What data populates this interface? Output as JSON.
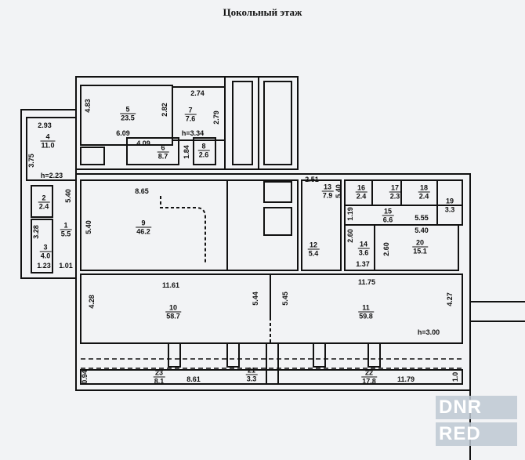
{
  "title": "Цокольный этаж",
  "rooms": [
    {
      "n": "5",
      "a": "23.5"
    },
    {
      "n": "7",
      "a": "7.6"
    },
    {
      "n": "4",
      "a": "11.0"
    },
    {
      "n": "6",
      "a": "8.7"
    },
    {
      "n": "8",
      "a": "2.6"
    },
    {
      "n": "2",
      "a": "2.4"
    },
    {
      "n": "1",
      "a": "5.5"
    },
    {
      "n": "3",
      "a": "4.0"
    },
    {
      "n": "9",
      "a": "46.2"
    },
    {
      "n": "13",
      "a": "7.9"
    },
    {
      "n": "16",
      "a": "2.4"
    },
    {
      "n": "17",
      "a": "2.3"
    },
    {
      "n": "18",
      "a": "2.4"
    },
    {
      "n": "19",
      "a": "3.3"
    },
    {
      "n": "15",
      "a": "6.6"
    },
    {
      "n": "12",
      "a": "5.4"
    },
    {
      "n": "14",
      "a": "3.6"
    },
    {
      "n": "20",
      "a": "15.1"
    },
    {
      "n": "10",
      "a": "58.7"
    },
    {
      "n": "11",
      "a": "59.8"
    },
    {
      "n": "23",
      "a": "8.1"
    },
    {
      "n": "21",
      "a": "3.3"
    },
    {
      "n": "22",
      "a": "17.8"
    }
  ],
  "dims": [
    "2.74",
    "2.79",
    "2.82",
    "4.83",
    "6.09",
    "h=3.34",
    "4.09",
    "1.84",
    "2.93",
    "3.75",
    "h=2.23",
    "5.40",
    "3.28",
    "1.23",
    "1.01",
    "8.65",
    "5.40",
    "11.61",
    "2.51",
    "5.40",
    "1.19",
    "5.55",
    "5.40",
    "2.60",
    "2.60",
    "1.37",
    "11.75",
    "4.28",
    "5.44",
    "5.45",
    "4.27",
    "h=3.00",
    "8.61",
    "11.79",
    "0.94",
    "1.0"
  ],
  "watermark": [
    "DNR",
    "RED"
  ]
}
